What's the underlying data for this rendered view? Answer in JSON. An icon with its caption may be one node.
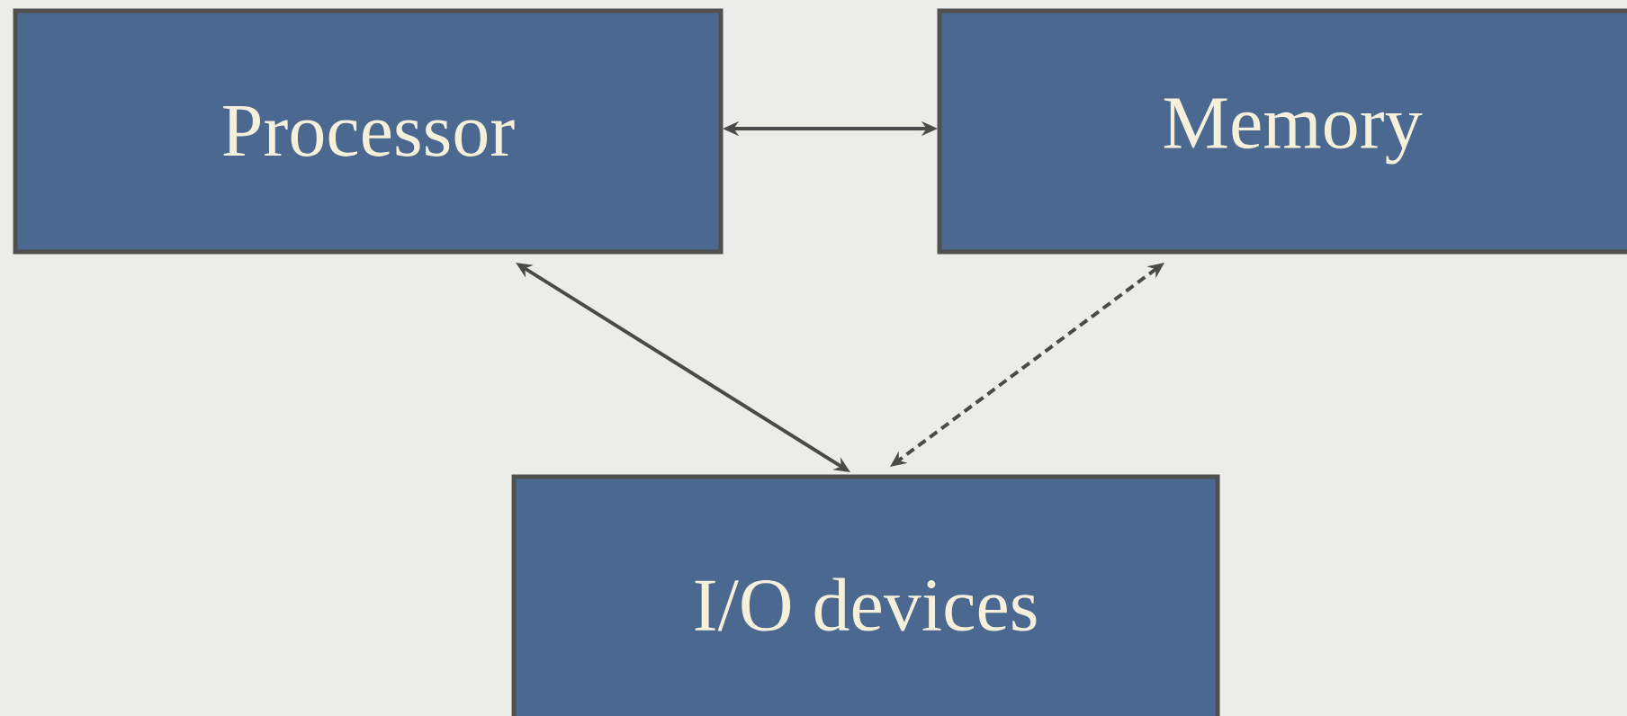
{
  "diagram": {
    "nodes": [
      {
        "text": [
          "Processor"
        ]
      },
      {
        "text": [
          "Memory"
        ]
      },
      {
        "text": [
          "I/O devices"
        ]
      }
    ],
    "edges": [
      {
        "from": 0,
        "to": 1,
        "arrow": "both"
      },
      {
        "from": 0,
        "to": 2,
        "arrow": "both"
      },
      {
        "from": 1,
        "to": 2,
        "arrow": "both",
        "style": "dashed"
      }
    ]
  }
}
